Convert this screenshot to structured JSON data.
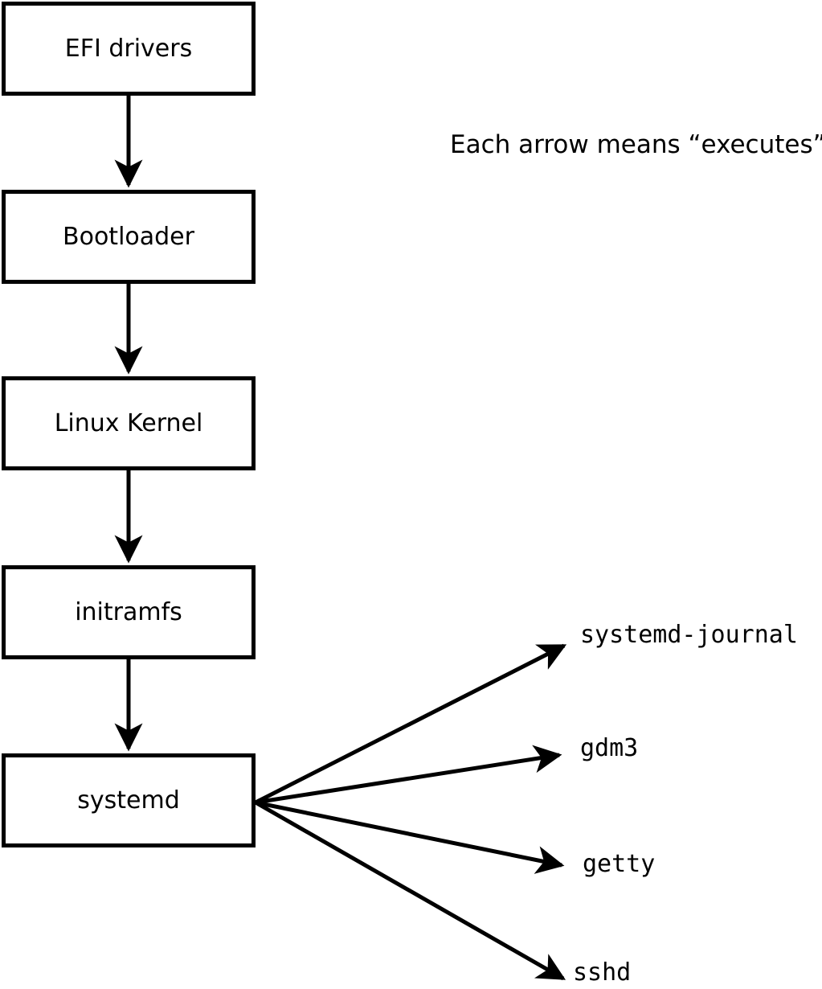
{
  "note": "Each arrow means “executes”.",
  "diagram": {
    "chain": [
      {
        "label": "EFI drivers"
      },
      {
        "label": "Bootloader"
      },
      {
        "label": "Linux Kernel"
      },
      {
        "label": "initramfs"
      },
      {
        "label": "systemd"
      }
    ],
    "spawned": [
      {
        "label": "systemd-journal"
      },
      {
        "label": "gdm3"
      },
      {
        "label": "getty"
      },
      {
        "label": "sshd"
      }
    ]
  },
  "colors": {
    "line": "#000000",
    "background": "#ffffff",
    "text": "#000000"
  }
}
